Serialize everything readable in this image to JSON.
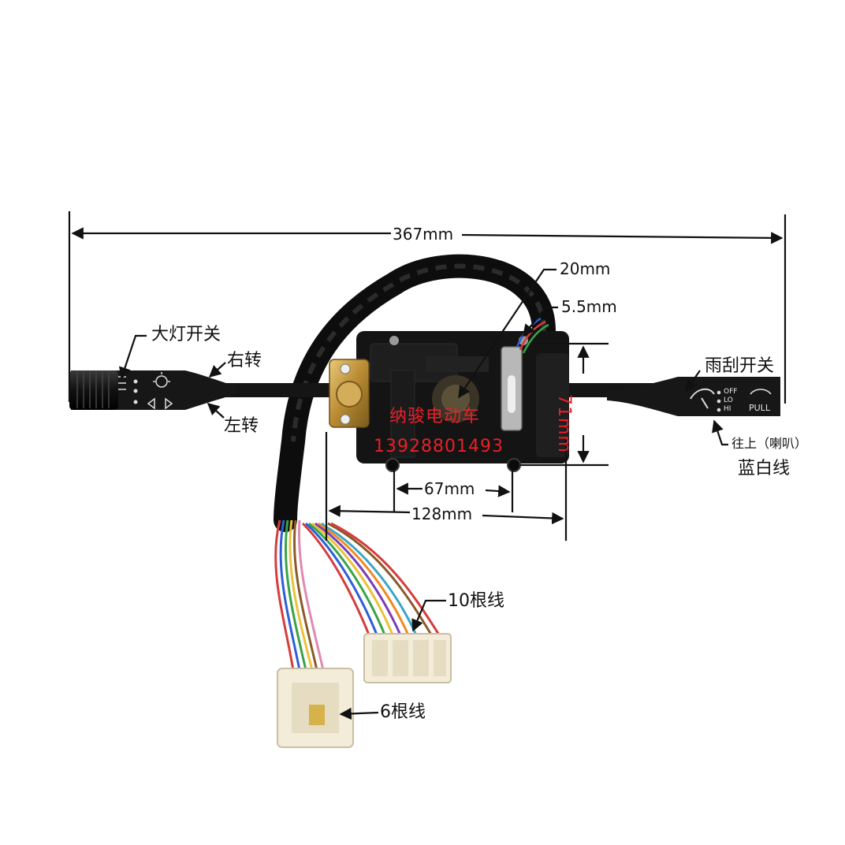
{
  "dimensions": {
    "width": "367mm",
    "height": "71mm",
    "top_small": "20mm",
    "top_offset": "5.5mm",
    "hole_spacing": "67mm",
    "body_width": "128mm"
  },
  "labels": {
    "headlight_switch": "大灯开关",
    "right_turn": "右转",
    "left_turn": "左转",
    "wiper_switch": "雨刮开关",
    "horn_note": "往上（喇叭）",
    "horn_wire": "蓝白线",
    "connector_10": "10根线",
    "connector_6": "6根线"
  },
  "watermark": {
    "shop_name": "纳骏电动车",
    "phone": "13928801493"
  },
  "wiper_positions": [
    "OFF",
    "LO",
    "HI"
  ],
  "wiper_pull": "PULL",
  "colors": {
    "watermark": "#e8202a",
    "annotation": "#111111",
    "switch_body": "#151515",
    "connector": "#f3ecd9",
    "bracket": "#c9a24a"
  },
  "wire_colors": [
    "#d63c3c",
    "#2c5fd6",
    "#37a447",
    "#e8c33a",
    "#8b5a2b",
    "#ffffff",
    "#e08ab0",
    "#7a3db8",
    "#f08a24",
    "#3aa6c9"
  ]
}
